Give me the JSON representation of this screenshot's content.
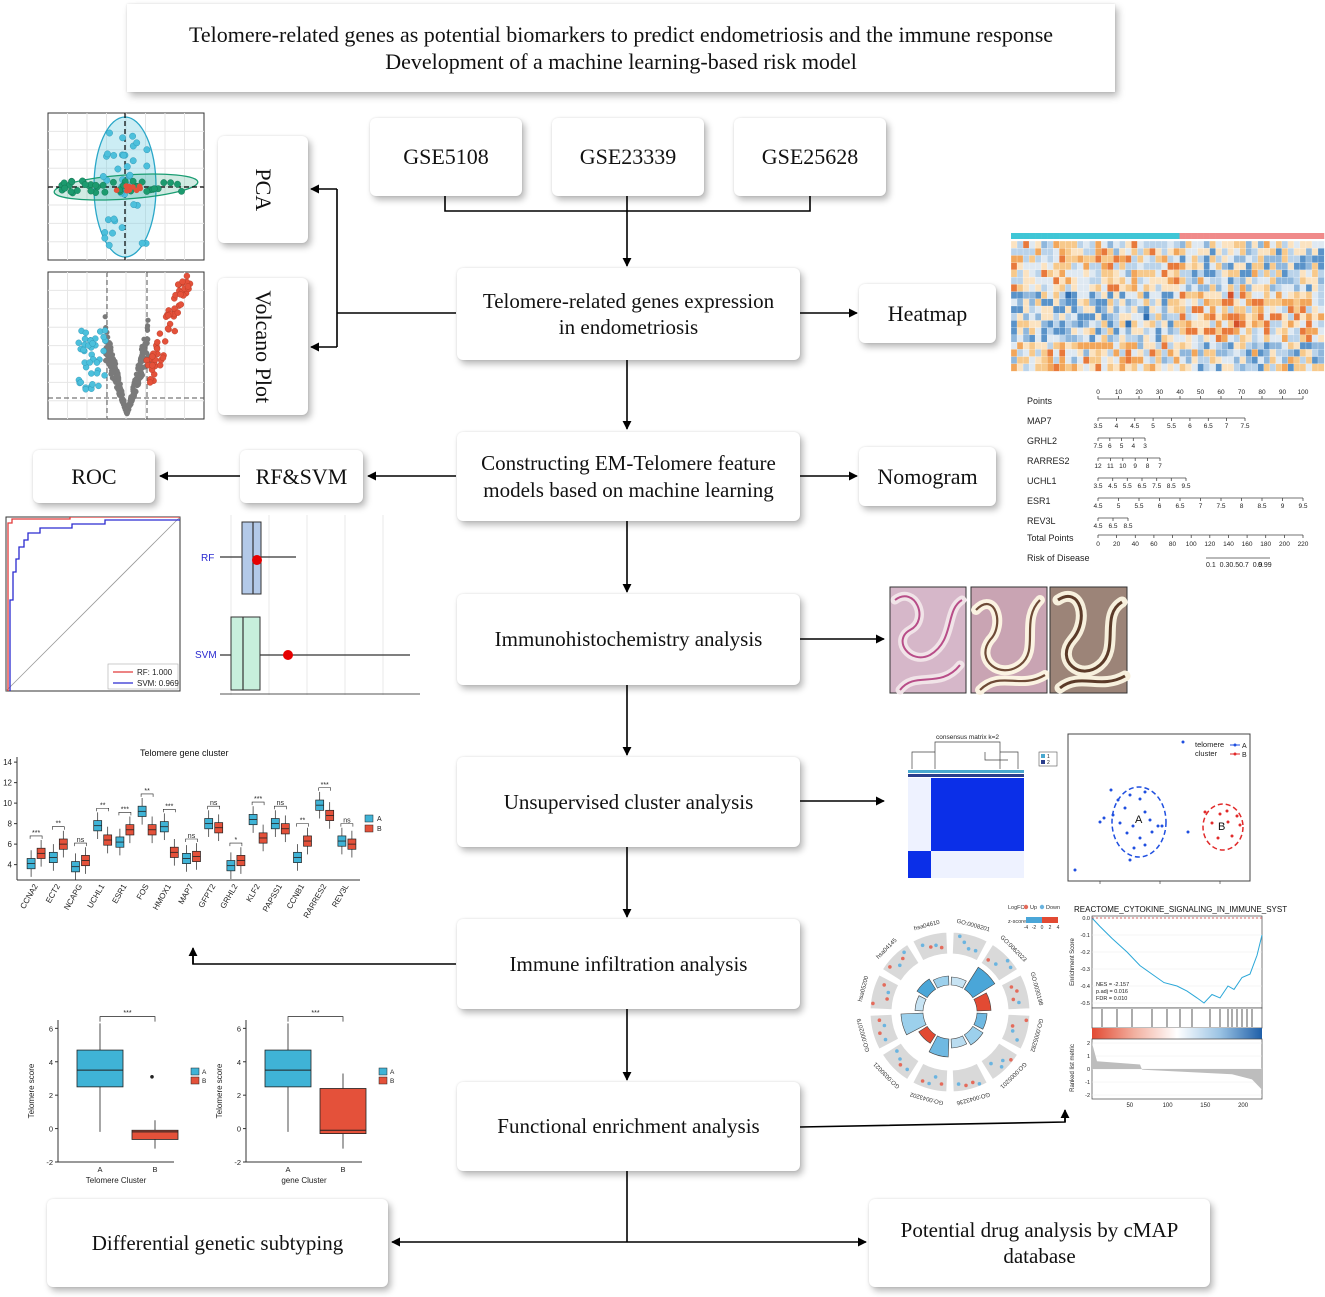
{
  "title": {
    "line1": "Telomere-related genes as potential biomarkers to predict endometriosis and the immune response",
    "line2": "Development of a machine learning-based risk model"
  },
  "datasets": [
    "GSE5108",
    "GSE23339",
    "GSE25628"
  ],
  "steps": {
    "expression": [
      "Telomere-related genes expression",
      "in endometriosis"
    ],
    "ml": [
      "Constructing EM-Telomere feature",
      "models based on machine learning"
    ],
    "ihc": "Immunohistochemistry analysis",
    "cluster": "Unsupervised cluster analysis",
    "immune": "Immune infiltration analysis",
    "enrichment": "Functional enrichment analysis",
    "subtyping": "Differential genetic subtyping",
    "drug": [
      "Potential drug analysis by cMAP",
      "database"
    ]
  },
  "side": {
    "pca": "PCA",
    "volcano": "Volcano Plot",
    "heatmap": "Heatmap",
    "nomogram": "Nomogram",
    "roc": "ROC",
    "rfsvm": "RF&SVM"
  },
  "nomogram": {
    "rows": [
      "Points",
      "MAP7",
      "GRHL2",
      "RARRES2",
      "UCHL1",
      "ESR1",
      "REV3L",
      "Total Points",
      "Risk of Disease"
    ],
    "points_ticks": [
      "0",
      "10",
      "20",
      "30",
      "40",
      "50",
      "60",
      "70",
      "80",
      "90",
      "100"
    ],
    "total_ticks": [
      "0",
      "20",
      "40",
      "60",
      "80",
      "100",
      "120",
      "140",
      "160",
      "180",
      "200",
      "220"
    ],
    "map7_ticks": [
      "3.5",
      "4",
      "4.5",
      "5",
      "5.5",
      "6",
      "6.5",
      "7",
      "7.5"
    ],
    "grhl2_ticks": [
      "7.5",
      "6",
      "5",
      "4",
      "3"
    ],
    "rarres2_ticks": [
      "12",
      "11",
      "10",
      "9",
      "8",
      "7"
    ],
    "uchl1_ticks": [
      "3.5",
      "4.5",
      "5.5",
      "6.5",
      "7.5",
      "8.5",
      "9.5"
    ],
    "esr1_ticks": [
      "4.5",
      "5",
      "5.5",
      "6",
      "6.5",
      "7",
      "7.5",
      "8",
      "8.5",
      "9",
      "9.5"
    ],
    "rev3l_ticks": [
      "4.5",
      "6.5",
      "8.5"
    ],
    "risk_ticks": "0.1  0.30.50.7  0.9",
    "risk_end": "0.99"
  },
  "roc": {
    "legend": [
      "RF: 1.000",
      "SVM: 0.969"
    ],
    "colors": {
      "rf": "#e23b3b",
      "svm": "#2a2ad0"
    }
  },
  "residual": {
    "labels": [
      "RF",
      "SVM"
    ]
  },
  "cluster_scatter": {
    "legend_title": [
      "telomere",
      "cluster"
    ],
    "groups": [
      "A",
      "B"
    ]
  },
  "consensus": {
    "title": "consensus matrix k=2",
    "legend": [
      "1",
      "2"
    ]
  },
  "gene_box": {
    "title": "Telomere gene cluster",
    "yticks": [
      "4",
      "6",
      "8",
      "10",
      "12",
      "14"
    ],
    "genes": [
      "CCNA2",
      "ECT2",
      "NCAPG",
      "UCHL1",
      "ESR1",
      "FOS",
      "HMOX1",
      "MAP7",
      "GFPT2",
      "GRHL2",
      "KLF2",
      "PAPSS1",
      "CCNB1",
      "RARRES2",
      "REV3L"
    ],
    "sig": [
      "***",
      "**",
      "ns",
      "**",
      "***",
      "**",
      "***",
      "ns",
      "ns",
      "*",
      "***",
      "ns",
      "**",
      "***",
      "ns"
    ],
    "A": [
      4.1,
      4.7,
      3.8,
      7.8,
      6.2,
      9.2,
      7.7,
      4.6,
      8.0,
      3.9,
      8.4,
      8.0,
      4.7,
      9.8,
      6.3
    ],
    "B": [
      5.1,
      6.0,
      4.4,
      6.4,
      7.4,
      7.4,
      5.2,
      4.8,
      7.6,
      4.4,
      6.6,
      7.5,
      6.3,
      8.8,
      6.0
    ],
    "legend": [
      "A",
      "B"
    ],
    "colors": {
      "A": "#3fb3d6",
      "B": "#e4513a"
    }
  },
  "score_box1": {
    "ylabel": "Telomere score",
    "xlabel": "Telomere Cluster",
    "sig": "***",
    "yticks": [
      "-2",
      "0",
      "2",
      "4",
      "6"
    ],
    "groups": [
      "A",
      "B"
    ],
    "legend": [
      "A",
      "B"
    ]
  },
  "score_box2": {
    "ylabel": "Telomere score",
    "xlabel": "gene Cluster",
    "sig": "***",
    "yticks": [
      "-2",
      "0",
      "2",
      "4",
      "6"
    ],
    "groups": [
      "A",
      "B"
    ],
    "legend": [
      "A",
      "B"
    ]
  },
  "go_circle": {
    "labels": [
      "GO:0008201",
      "GO:0062023",
      "GO:0030198",
      "GO:0005282",
      "GO:0005201",
      "GO:0043236",
      "GO:0043202",
      "GO:0030021",
      "GO:0002079",
      "hsa05200",
      "hsa04145",
      "hsa04610"
    ],
    "legend_logfc": "LogFC",
    "legend_up": "Up",
    "legend_down": "Down",
    "legend_z": "z-score",
    "z_ticks": [
      "-4",
      "-2",
      "0",
      "2",
      "4"
    ]
  },
  "gsea": {
    "title": "REACTOME_CYTOKINE_SIGNALING_IN_IMMUNE_SYST",
    "ylabel": "Enrichment Score",
    "stats": [
      "NES = -2.157",
      "p.adj = 0.016",
      "FDR = 0.010"
    ],
    "yticks": [
      "0.0",
      "-0.1",
      "-0.2",
      "-0.3",
      "-0.4",
      "-0.5"
    ],
    "ylabel2": "Ranked list metric",
    "y2ticks": [
      "2",
      "1",
      "0",
      "-1",
      "-2"
    ],
    "xticks": [
      "50",
      "100",
      "150",
      "200"
    ]
  }
}
